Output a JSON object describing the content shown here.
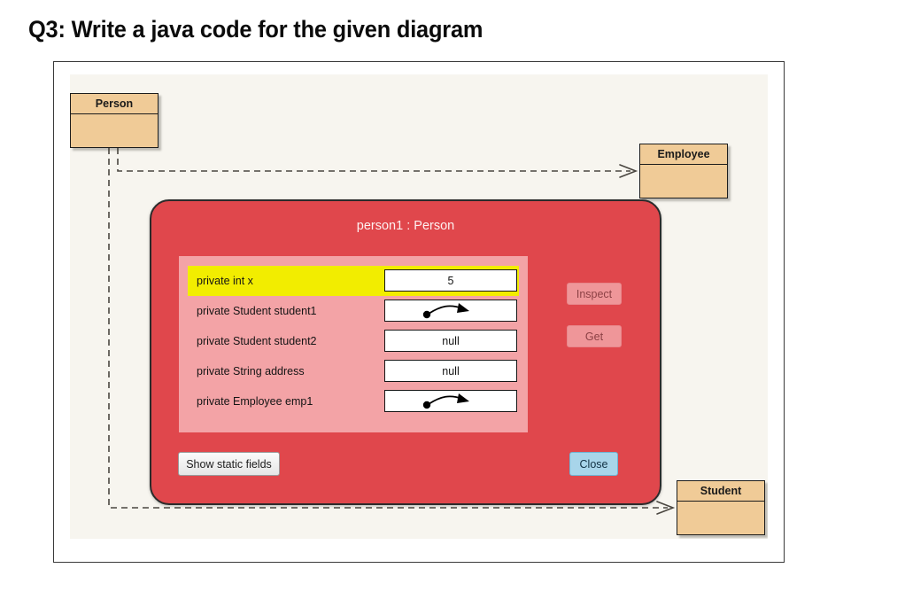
{
  "slide": {
    "title": "Q3: Write a java code for the given diagram"
  },
  "diagram": {
    "classes": [
      {
        "name": "Person",
        "label": "Person"
      },
      {
        "name": "Employee",
        "label": "Employee"
      },
      {
        "name": "Student",
        "label": "Student"
      }
    ],
    "relations": [
      {
        "from": "Person",
        "to": "Employee",
        "style": "dashed",
        "arrow": "open"
      },
      {
        "from": "Person",
        "to": "Student",
        "style": "dashed",
        "arrow": "open"
      }
    ],
    "colors": {
      "class_fill": "#f0cb97",
      "class_border": "#1c1c1c",
      "canvas": "#f7f5ef"
    }
  },
  "inspector": {
    "title": "person1 : Person",
    "fields": [
      {
        "declaration": "private int x",
        "value": "5",
        "value_type": "text",
        "selected": true
      },
      {
        "declaration": "private Student student1",
        "value": "",
        "value_type": "reference",
        "selected": false
      },
      {
        "declaration": "private Student student2",
        "value": "null",
        "value_type": "text",
        "selected": false
      },
      {
        "declaration": "private String address",
        "value": "null",
        "value_type": "text",
        "selected": false
      },
      {
        "declaration": "private Employee emp1",
        "value": "",
        "value_type": "reference",
        "selected": false
      }
    ],
    "buttons": {
      "inspect": "Inspect",
      "get": "Get",
      "show_static_fields": "Show static fields",
      "close": "Close"
    },
    "colors": {
      "dialog_background": "#e0474c",
      "fields_panel": "#f3a3a6",
      "selection_highlight": "#f2ed00",
      "close_button": "#a8d5ea",
      "disabled_button": "#ef9699"
    }
  }
}
